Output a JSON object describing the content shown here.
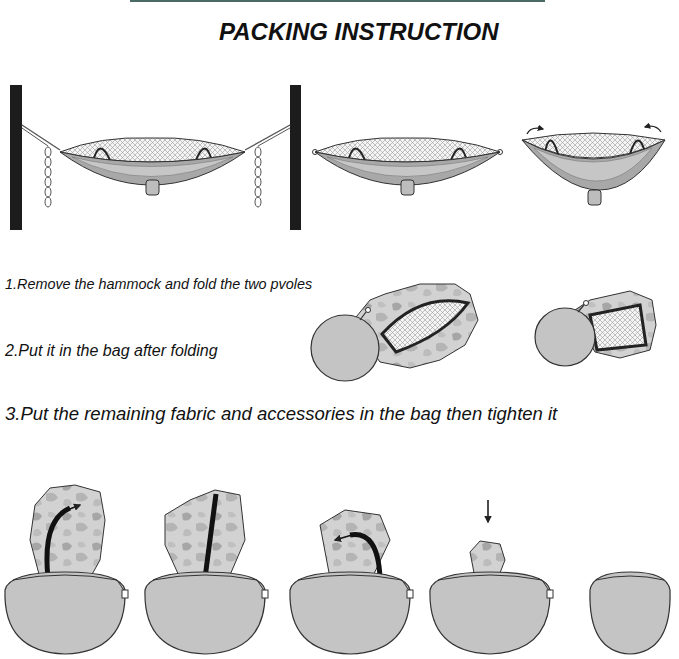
{
  "diagram": {
    "title": "PACKING INSTRUCTION",
    "labels": [
      "1.Remove the hammock and fold the two pvoles",
      "2.Put it in the bag after folding",
      "3.Put the remaining fabric and accessories in the bag then tighten it"
    ]
  }
}
